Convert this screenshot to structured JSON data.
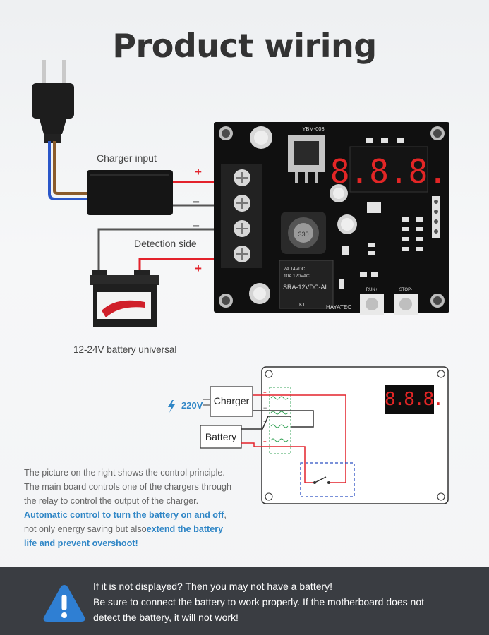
{
  "title": "Product wiring",
  "labels": {
    "charger_input": "Charger input",
    "detection_side": "Detection side",
    "battery_universal": "12-24V battery universal",
    "plus1": "+",
    "minus1": "−",
    "minus2": "−",
    "plus2": "+"
  },
  "board": {
    "model": "YBM-003",
    "display": "8.8.8.",
    "relay_line1": "7A 14VDC",
    "relay_line2": "10A 120VAC",
    "relay_model": "SRA-12VDC-AL",
    "relay_ref": "K1",
    "brand": "HAYATEC",
    "run_label": "RUN+",
    "stop_label": "STOP-",
    "inductor": "330"
  },
  "schematic": {
    "voltage": "220V",
    "charger_box": "Charger",
    "battery_box": "Battery",
    "display": "8.8.8."
  },
  "description": {
    "line1": "The picture on the right shows the control principle.",
    "line2": "The main board controls one of the chargers through",
    "line3": "the relay to control the output of the charger.",
    "highlight1": "Automatic control to turn the battery on and off",
    "line4_after": ",",
    "line5_before": "not only energy saving but also",
    "highlight2": "extend the battery",
    "highlight3": "life and prevent overshoot!"
  },
  "footer": {
    "line1": "If it is not displayed? Then you may not have a battery!",
    "line2": "Be sure to connect the battery to work properly. If the motherboard does not",
    "line3": "detect the battery, it will not work!"
  },
  "colors": {
    "accent_blue": "#2f86c6",
    "wire_red": "#e3222b",
    "footer_bg": "#3a3d42",
    "warning_blue": "#2f7fd3",
    "display_red": "#e32626"
  }
}
